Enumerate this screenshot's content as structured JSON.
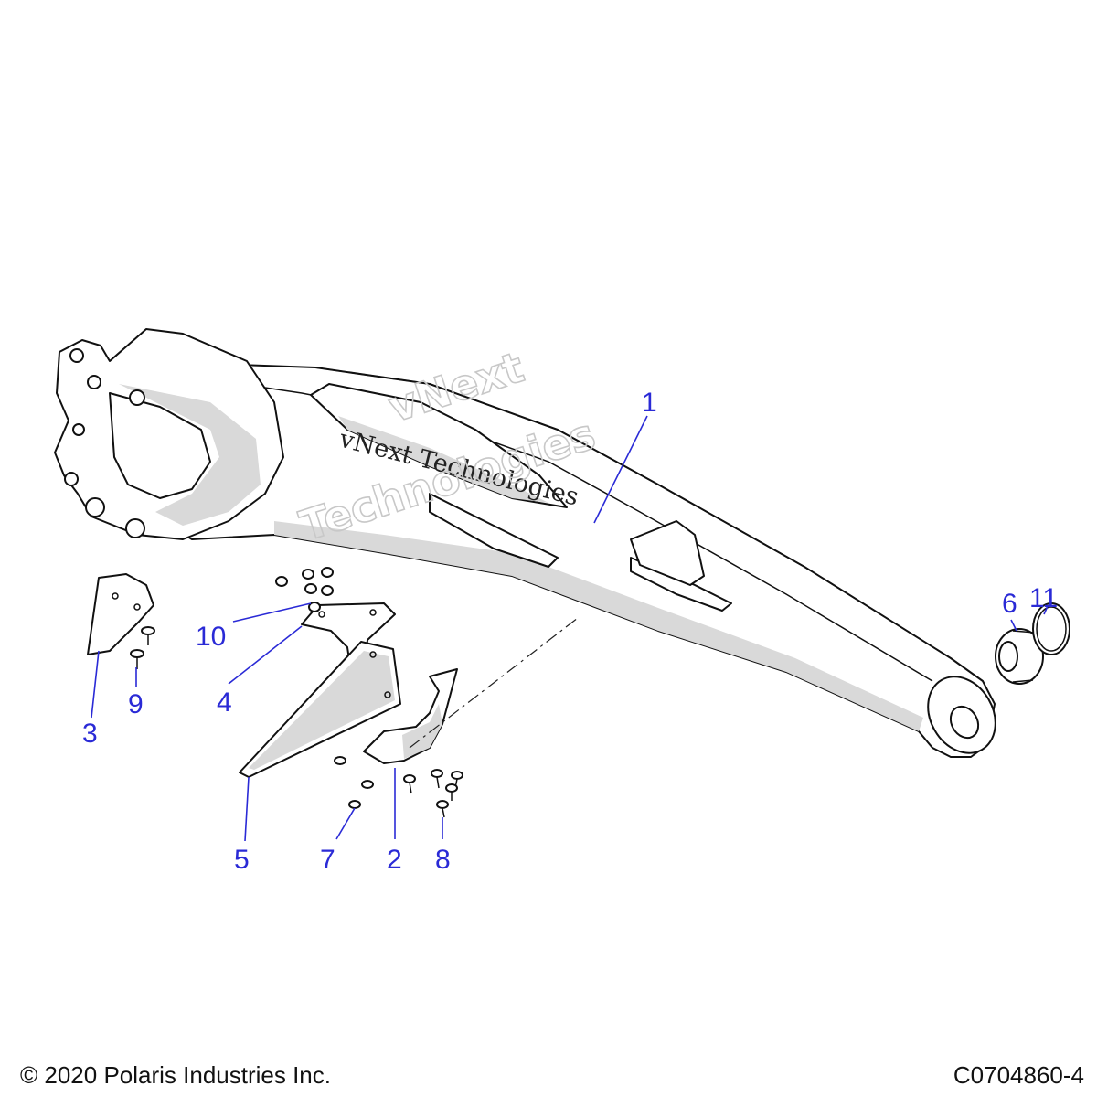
{
  "diagram": {
    "callouts": [
      {
        "id": "c1",
        "text": "1"
      },
      {
        "id": "c2",
        "text": "2"
      },
      {
        "id": "c3",
        "text": "3"
      },
      {
        "id": "c4",
        "text": "4"
      },
      {
        "id": "c5",
        "text": "5"
      },
      {
        "id": "c6",
        "text": "6"
      },
      {
        "id": "c7",
        "text": "7"
      },
      {
        "id": "c8",
        "text": "8"
      },
      {
        "id": "c9",
        "text": "9"
      },
      {
        "id": "c10",
        "text": "10"
      },
      {
        "id": "c11",
        "text": "11"
      }
    ],
    "watermark": {
      "line1": "vNext Technologies",
      "ghost_line1": "vNext",
      "ghost_line2": "Technologies"
    },
    "footer": {
      "copyright": "© 2020 Polaris Industries Inc.",
      "code": "C0704860-4"
    },
    "colors": {
      "callout": "#2a2ad6",
      "line": "#111111",
      "shade": "#d9d9d9"
    }
  }
}
